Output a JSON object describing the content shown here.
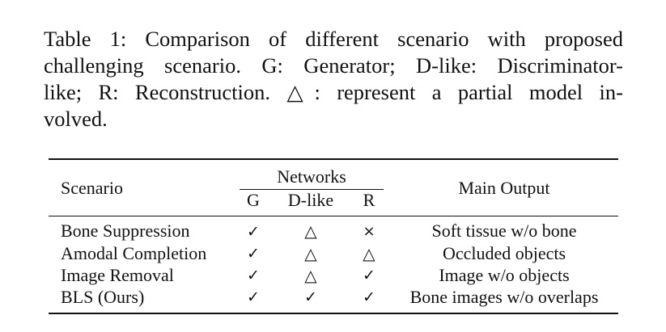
{
  "caption": {
    "lines": [
      "Table 1: Comparison of different scenario with proposed",
      "challenging scenario. G: Generator; D-like: Discriminator-",
      "like; R: Reconstruction. △: represent a partial model in-",
      "volved."
    ]
  },
  "table": {
    "headers": {
      "scenario": "Scenario",
      "networks": "Networks",
      "g": "G",
      "d_like": "D-like",
      "r": "R",
      "main_output": "Main Output"
    },
    "rows": [
      {
        "scenario": "Bone Suppression",
        "g": "✓",
        "d": "△",
        "r": "×",
        "output": "Soft tissue w/o bone"
      },
      {
        "scenario": "Amodal Completion",
        "g": "✓",
        "d": "△",
        "r": "△",
        "output": "Occluded objects"
      },
      {
        "scenario": "Image Removal",
        "g": "✓",
        "d": "△",
        "r": "✓",
        "output": "Image w/o objects"
      },
      {
        "scenario": "BLS (Ours)",
        "g": "✓",
        "d": "✓",
        "r": "✓",
        "output": "Bone images w/o overlaps"
      }
    ]
  }
}
